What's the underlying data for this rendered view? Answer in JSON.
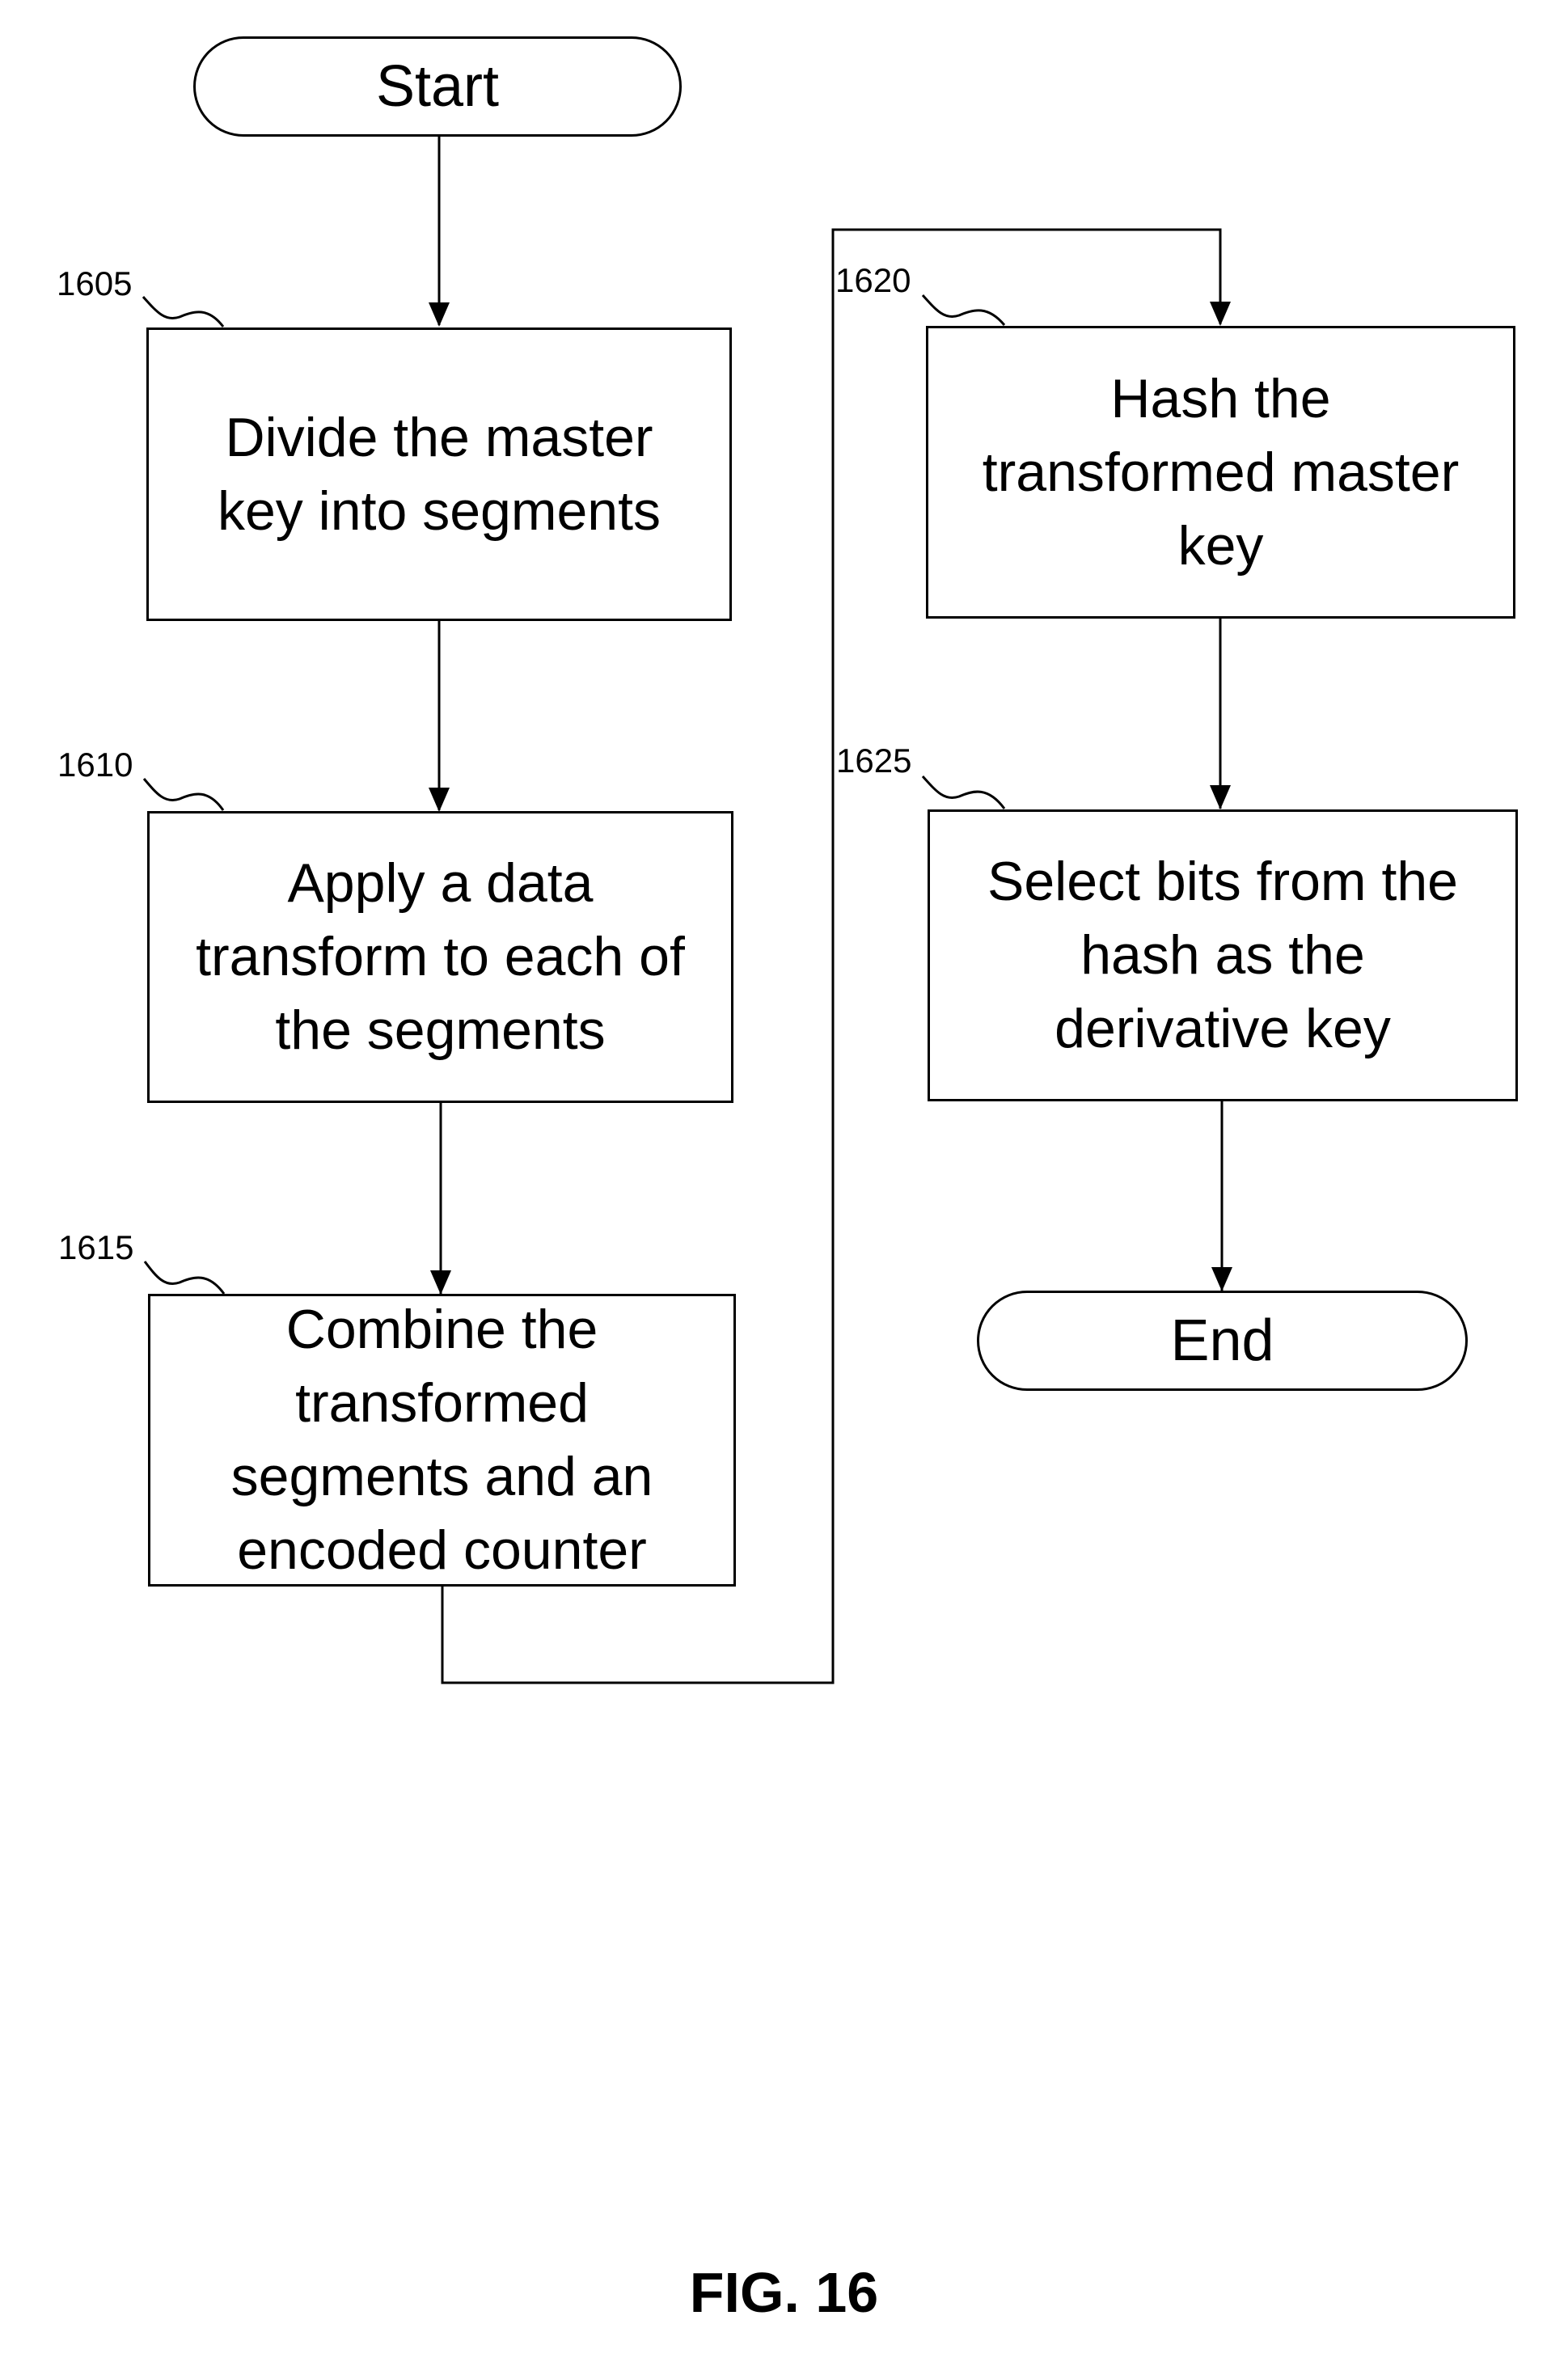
{
  "flowchart": {
    "start_label": "Start",
    "end_label": "End",
    "steps": [
      {
        "ref": "1605",
        "text": "Divide the master\nkey into segments"
      },
      {
        "ref": "1610",
        "text": "Apply a data\ntransform to each of\nthe segments"
      },
      {
        "ref": "1615",
        "text": "Combine the\ntransformed\nsegments and an\nencoded counter"
      },
      {
        "ref": "1620",
        "text": "Hash the\ntransformed master\nkey"
      },
      {
        "ref": "1625",
        "text": "Select bits from the\nhash as the\nderivative key"
      }
    ]
  },
  "figure_label": "FIG. 16",
  "colors": {
    "stroke": "#000000",
    "background": "#ffffff"
  }
}
